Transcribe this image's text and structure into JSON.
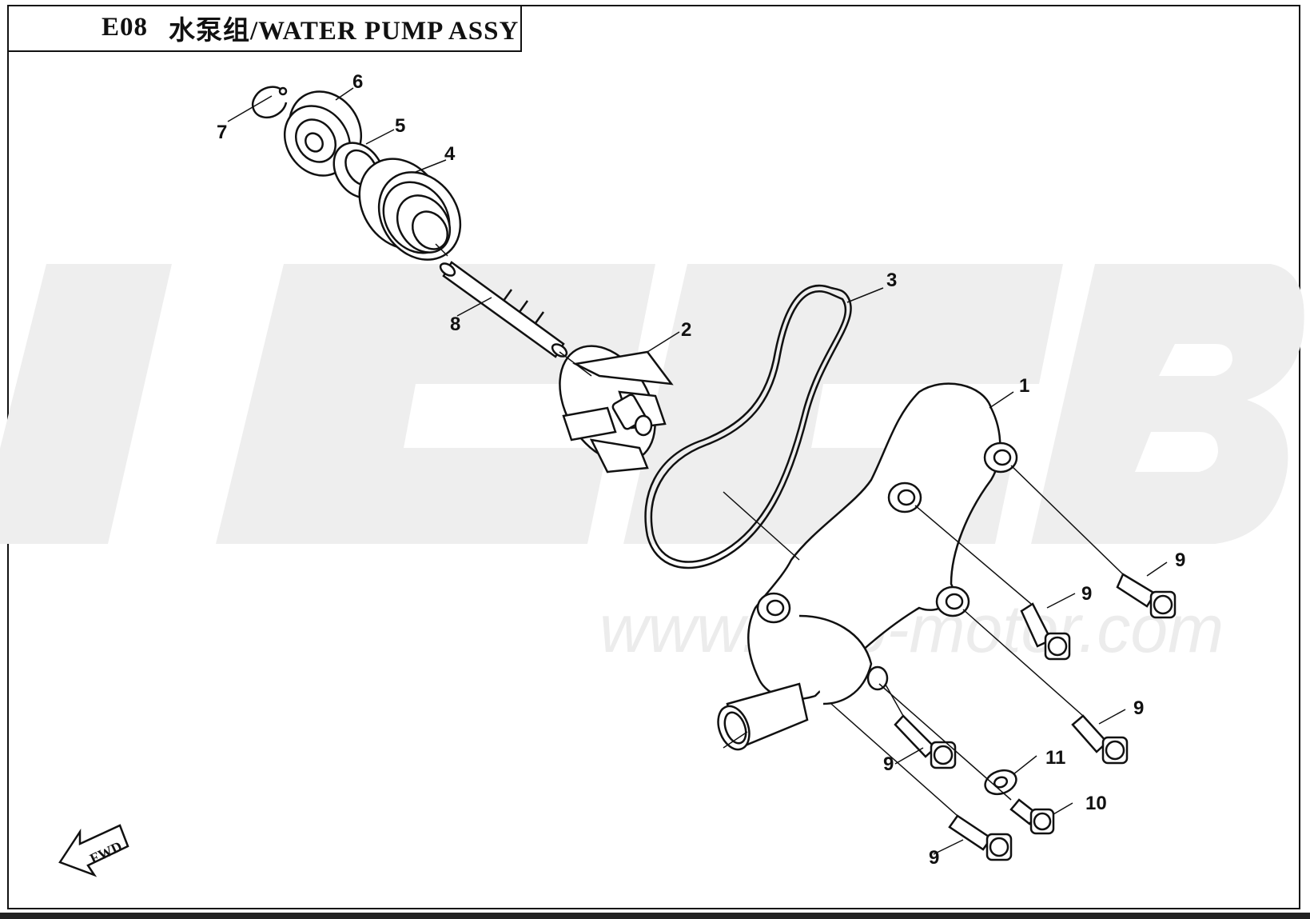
{
  "title": {
    "code": "E08",
    "text": "水泵组/WATER PUMP ASSY"
  },
  "watermark": {
    "logo": "LEEB",
    "url": "www.leeb-motor.com"
  },
  "fwd_arrow": {
    "label": "FWD"
  },
  "callouts": [
    {
      "id": "c1",
      "label": "1"
    },
    {
      "id": "c2",
      "label": "2"
    },
    {
      "id": "c3",
      "label": "3"
    },
    {
      "id": "c4",
      "label": "4"
    },
    {
      "id": "c5",
      "label": "5"
    },
    {
      "id": "c6",
      "label": "6"
    },
    {
      "id": "c7",
      "label": "7"
    },
    {
      "id": "c8",
      "label": "8"
    },
    {
      "id": "c9a",
      "label": "9"
    },
    {
      "id": "c9b",
      "label": "9"
    },
    {
      "id": "c9c",
      "label": "9"
    },
    {
      "id": "c9d",
      "label": "9"
    },
    {
      "id": "c9e",
      "label": "9"
    },
    {
      "id": "c10",
      "label": "10"
    },
    {
      "id": "c11",
      "label": "11"
    }
  ]
}
